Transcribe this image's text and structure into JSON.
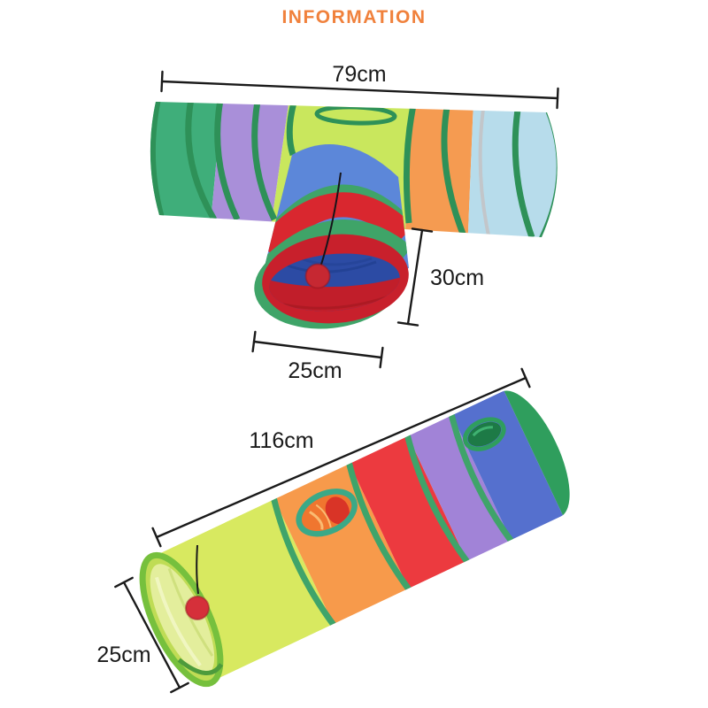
{
  "title": "INFORMATION",
  "colors": {
    "accent": "#F0813C",
    "dimension_text": "#1A1A1A",
    "t_tunnel": {
      "green": "#3FAE7A",
      "ring_green": "#2E9158",
      "purple": "#A98FD9",
      "yellow_green": "#C9E75D",
      "orange": "#F59B51",
      "light_blue": "#B7DCEB",
      "seam_gray": "#C2C6CA",
      "branch_blue": "#5C87D9",
      "branch_red": "#D9272F",
      "branch_green": "#3FA468",
      "interior_blue": "#2C4BA4",
      "interior_red": "#C11E2A",
      "rim_red": "#C8202C",
      "pompom_red": "#C62832"
    },
    "straight_tunnel": {
      "yellow_green": "#D8E960",
      "front_rim_green": "#76C03D",
      "front_face": "#BFDC55",
      "mesh_yellow": "#E3EE9C",
      "orange": "#F79A4B",
      "red": "#EC3A3F",
      "purple": "#A183D7",
      "blue": "#5570CE",
      "end_green": "#2F9E5D",
      "ring_green": "#3FA46A",
      "hole_rim_teal": "#3BA987",
      "hole_orange": "#F0762F",
      "hole_red": "#D93427",
      "hole_green": "#1D7A46",
      "pompom_red": "#D5303A"
    }
  },
  "annotations": {
    "t_tunnel": {
      "length": "79cm",
      "height": "30cm",
      "opening": "25cm"
    },
    "straight_tunnel": {
      "length": "116cm",
      "opening": "25cm"
    }
  }
}
